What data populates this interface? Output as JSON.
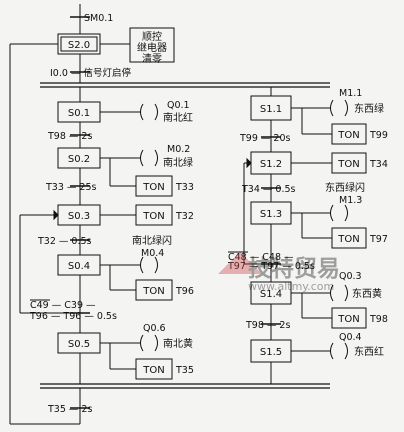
{
  "init": {
    "sm": "SM0.1",
    "step": "S2.0",
    "side_label": [
      "顺控",
      "继电器",
      "清零"
    ],
    "transition": "I0.0 — 信号灯启停"
  },
  "left": {
    "s01": "S0.1",
    "q01": "Q0.1",
    "q01_cn": "南北红",
    "t1": "T98 — 2s",
    "s02": "S0.2",
    "m02": "M0.2",
    "m02_cn": "南北绿",
    "ton1": "TON",
    "t33": "T33",
    "t2": "T33 — 25s",
    "s03": "S0.3",
    "ton2": "TON",
    "t32": "T32",
    "t3": "T32 — 0.5s",
    "s04": "S0.4",
    "flash_cn": "南北绿闪",
    "m04": "M0.4",
    "ton3": "TON",
    "t96": "T96",
    "t4a": "C49 — C39 —",
    "t4b": "T96 — T96 — 0.5s",
    "s05": "S0.5",
    "q06": "Q0.6",
    "q06_cn": "南北黄",
    "ton4": "TON",
    "t35": "T35",
    "back": "T35 — 2s"
  },
  "right": {
    "s11": "S1.1",
    "m11": "M1.1",
    "m11_cn": "东西绿",
    "ton1": "TON",
    "t99": "T99",
    "t1": "T99 — 20s",
    "s12": "S1.2",
    "ton2": "TON",
    "t34": "T34",
    "t2": "T34 — 0.5s",
    "s13": "S1.3",
    "flash_cn": "东西绿闪",
    "m13": "M1.3",
    "ton3": "TON",
    "t97": "T97",
    "t3a": "C48 — C48 —",
    "t3b": "T97 — T97 — 0.5s",
    "s14": "S1.4",
    "q03": "Q0.3",
    "q03_cn": "东西黄",
    "ton4": "TON",
    "t98": "T98",
    "t4": "T98 — 2s",
    "s15": "S1.5",
    "q04": "Q0.4",
    "q04_cn": "东西红"
  },
  "watermark": {
    "cn": "技特贸易",
    "url": "www.altmy.com"
  }
}
